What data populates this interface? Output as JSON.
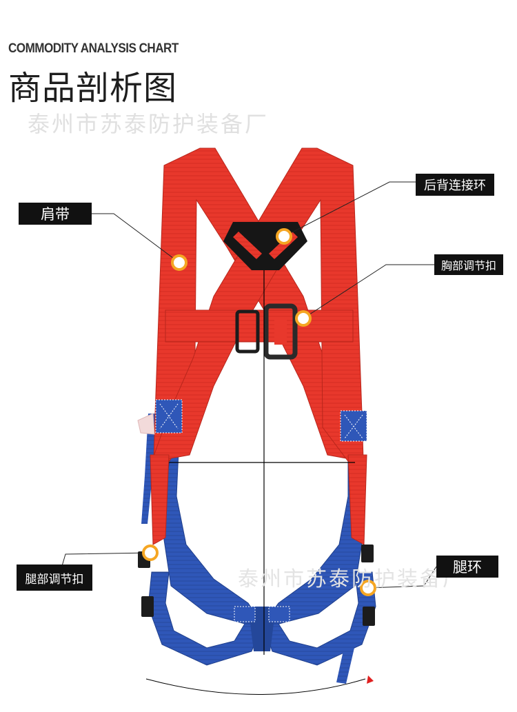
{
  "header": {
    "subtitle": "COMMODITY ANALYSIS CHART",
    "title": "商品剖析图"
  },
  "watermarks": [
    "泰州市苏泰防护装备厂",
    "泰州市苏泰防护装备厂"
  ],
  "callouts": {
    "shoulder_strap": "肩带",
    "back_ring": "后背连接环",
    "chest_buckle": "胸部调节扣",
    "leg_buckle": "腿部调节扣",
    "leg_ring": "腿环"
  },
  "colors": {
    "strap_red": "#e8382c",
    "strap_blue": "#2f57b8",
    "marker_orange": "#f5a623",
    "label_bg": "#111111"
  }
}
